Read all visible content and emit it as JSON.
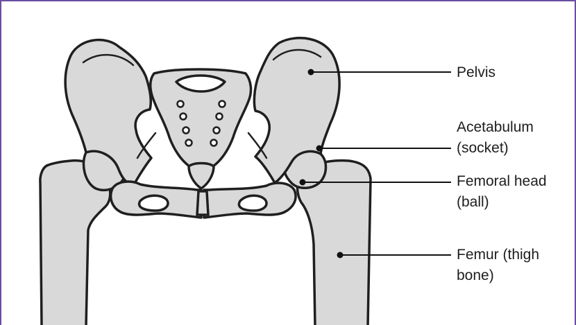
{
  "labels": {
    "pelvis": "Pelvis",
    "acetabulum_1": "Acetabulum",
    "acetabulum_2": "(socket)",
    "femoral_head_1": "Femoral head",
    "femoral_head_2": "(ball)",
    "femur_1": "Femur (thigh",
    "femur_2": "bone)"
  },
  "colors": {
    "frame_border": "#6a4fa3",
    "bone_fill": "#d9d9d9",
    "bone_outline": "#1f1f1f",
    "leader_line": "#111111",
    "text": "#1d1d1d"
  }
}
